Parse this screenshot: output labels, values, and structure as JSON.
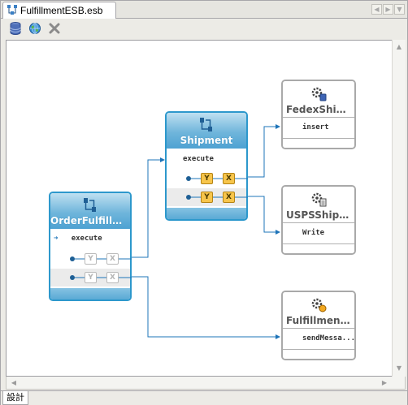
{
  "editor": {
    "tab_title": "FulfillmentESB.esb",
    "bottom_tab": "設計"
  },
  "toolbar": {
    "icons": [
      "database-icon",
      "globe-icon",
      "delete-icon"
    ]
  },
  "services": {
    "order": {
      "title": "OrderFulfillme...",
      "operation": "execute",
      "type": "routing"
    },
    "shipment": {
      "title": "Shipment",
      "operation": "execute",
      "type": "routing"
    },
    "fedex": {
      "title": "FedexShipm...",
      "operation": "insert",
      "type": "adapter"
    },
    "usps": {
      "title": "USPSShipm...",
      "operation": "Write",
      "type": "adapter"
    },
    "fulfillment": {
      "title": "FulfillmentB...",
      "operation": "sendMessa...",
      "type": "adapter"
    }
  },
  "rule_icons": {
    "filter": "Y",
    "transform": "X"
  },
  "colors": {
    "route_border": "#2d98cc",
    "route_header": "#6fb5db",
    "wire": "#1e74b8",
    "rule_active": "#f7c54b",
    "adapter_border": "#a9a9a9"
  }
}
